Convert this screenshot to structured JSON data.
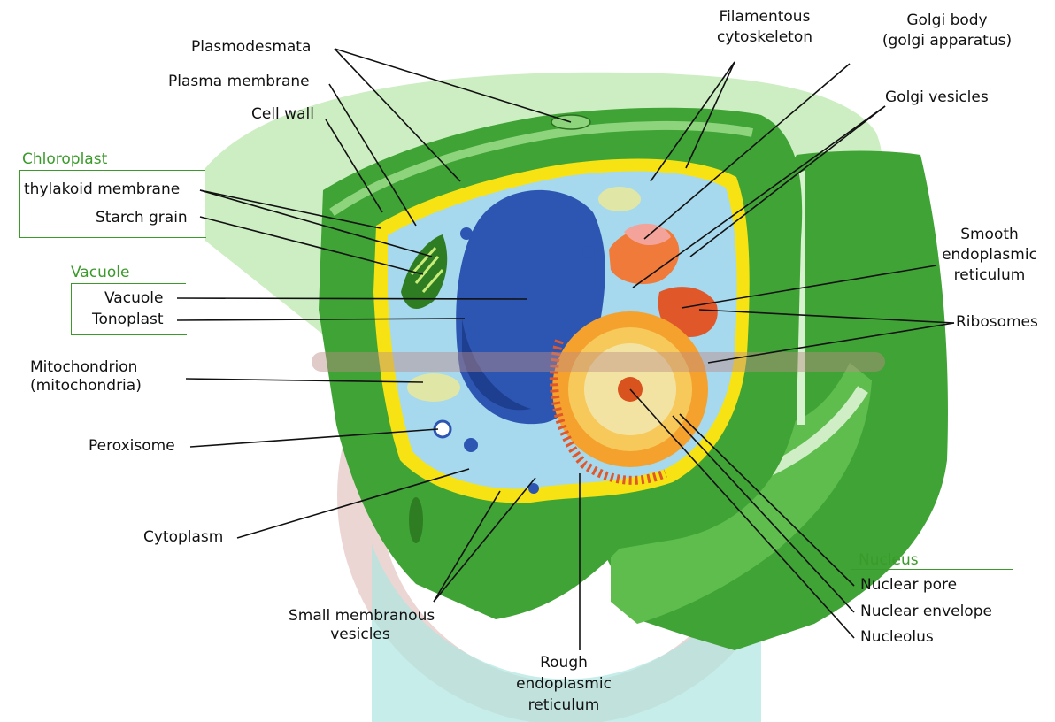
{
  "colors": {
    "cell_wall_dark": "#3fa335",
    "cell_wall_light": "#8ed47d",
    "outer_halo": "#cdeec3",
    "cytoplasm": "#a6d8ee",
    "vacuole": "#2d55b2",
    "membrane_yellow": "#f7e314",
    "label_green": "#3a9a2a",
    "golgi": "#f07a3a",
    "nucleus": "#f2a33a",
    "leader_line": "#111111"
  },
  "labels": {
    "plasmodesmata": "Plasmodesmata",
    "plasma_membrane": "Plasma membrane",
    "cell_wall": "Cell wall",
    "chloroplast_heading": "Chloroplast",
    "thylakoid_membrane": "thylakoid membrane",
    "starch_grain": "Starch grain",
    "vacuole_heading": "Vacuole",
    "vacuole": "Vacuole",
    "tonoplast": "Tonoplast",
    "mitochondrion_1": "Mitochondrion",
    "mitochondrion_2": "(mitochondria)",
    "peroxisome": "Peroxisome",
    "cytoplasm": "Cytoplasm",
    "small_vesicles_1": "Small membranous",
    "small_vesicles_2": "vesicles",
    "rough_er_1": "Rough",
    "rough_er_2": "endoplasmic",
    "rough_er_3": "reticulum",
    "filamentous_1": "Filamentous",
    "filamentous_2": "cytoskeleton",
    "golgi_body_1": "Golgi body",
    "golgi_body_2": "(golgi apparatus)",
    "golgi_vesicles": "Golgi vesicles",
    "smooth_er_1": "Smooth",
    "smooth_er_2": "endoplasmic",
    "smooth_er_3": "reticulum",
    "ribosomes": "Ribosomes",
    "nucleus_heading": "Nucleus",
    "nuclear_pore": "Nuclear pore",
    "nuclear_envelope": "Nuclear envelope",
    "nucleolus": "Nucleolus"
  }
}
